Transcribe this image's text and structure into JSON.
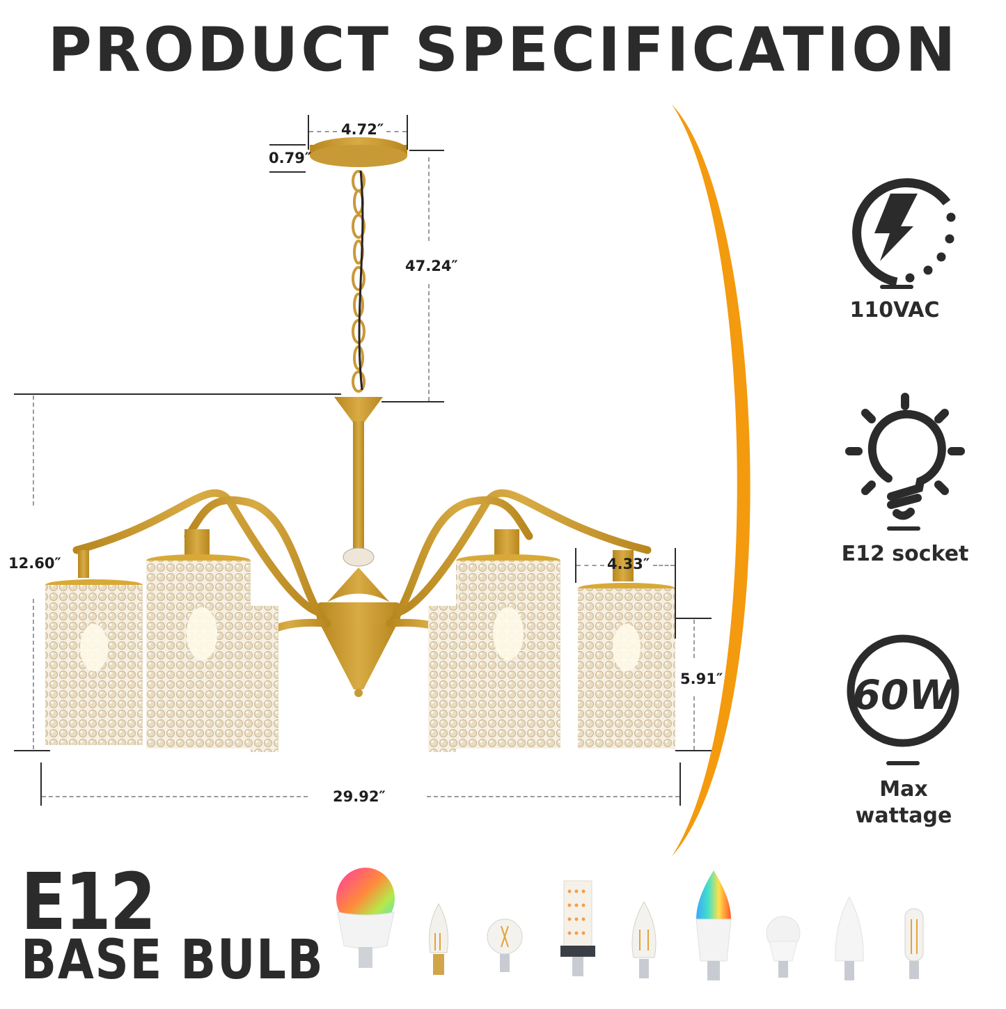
{
  "header": {
    "title": "PRODUCT SPECIFICATION"
  },
  "dimensions": {
    "canopy_width": "4.72″",
    "canopy_height": "0.79″",
    "chain_length": "47.24″",
    "body_height": "12.60″",
    "shade_width": "4.33″",
    "shade_height": "5.91″",
    "overall_width": "29.92″"
  },
  "specs": [
    {
      "icon": "lightning-power-icon",
      "label": "110VAC"
    },
    {
      "icon": "light-bulb-icon",
      "label": "E12 socket"
    },
    {
      "icon": "wattage-circle-icon",
      "icon_text": "60W",
      "label_line1": "Max",
      "label_line2": "wattage"
    }
  ],
  "footer": {
    "heading_line1": "E12",
    "heading_line2": "BASE BULB",
    "bulbs": [
      "rgb-globe-bulb",
      "flame-tip-filament-bulb",
      "globe-filament-bulb",
      "corn-led-bulb",
      "candle-filament-bulb",
      "rgb-candle-bulb",
      "mini-globe-led-bulb",
      "candle-led-bulb",
      "tubular-filament-bulb"
    ]
  },
  "colors": {
    "accent_orange": "#F39A0E",
    "gold": "#C99A2E",
    "text": "#2B2B2B"
  }
}
